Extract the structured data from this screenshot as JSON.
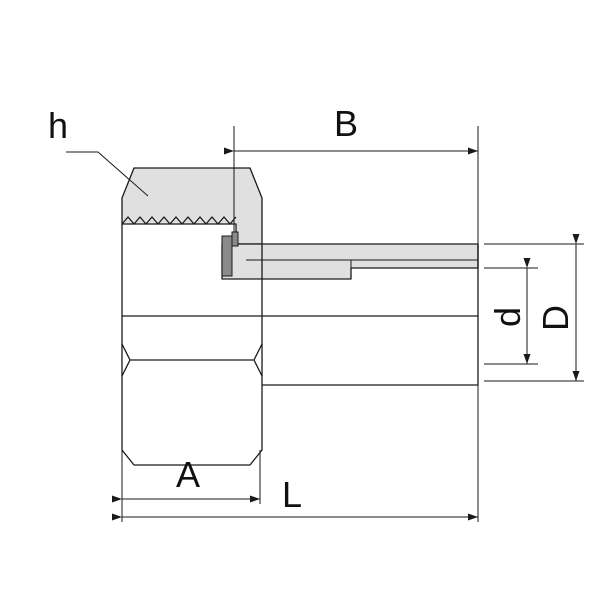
{
  "labels": {
    "h": "h",
    "A": "A",
    "B": "B",
    "L": "L",
    "d": "d",
    "D": "D"
  },
  "colors": {
    "line": "#1a1a1a",
    "section_fill": "#e0e0e0",
    "ferrule_fill": "#8a8a8a",
    "background": "#ffffff"
  }
}
